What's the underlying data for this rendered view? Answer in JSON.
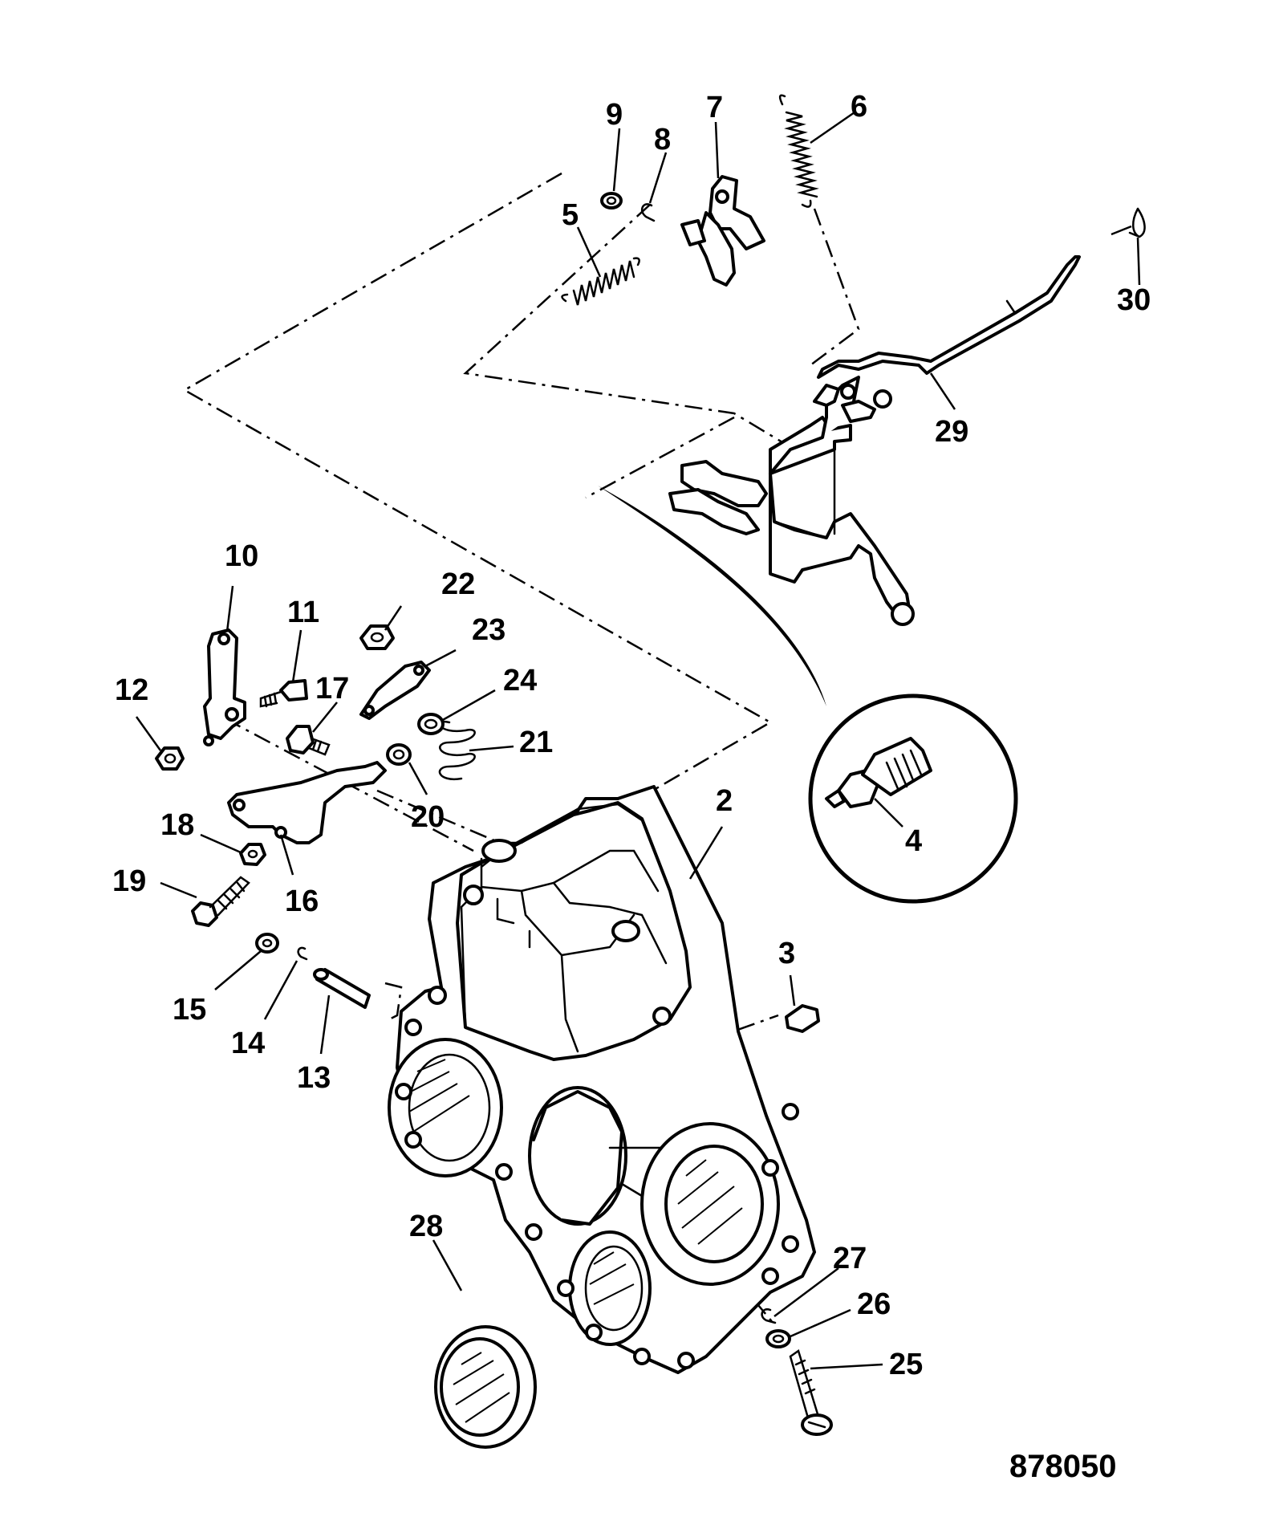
{
  "drawing_number": "878050",
  "callouts": {
    "c2": "2",
    "c3": "3",
    "c4": "4",
    "c5": "5",
    "c6": "6",
    "c7": "7",
    "c8": "8",
    "c9": "9",
    "c10": "10",
    "c11": "11",
    "c12": "12",
    "c13": "13",
    "c14": "14",
    "c15": "15",
    "c16": "16",
    "c17": "17",
    "c18": "18",
    "c19": "19",
    "c20": "20",
    "c21": "21",
    "c22": "22",
    "c23": "23",
    "c24": "24",
    "c25": "25",
    "c26": "26",
    "c27": "27",
    "c28": "28",
    "c29": "29",
    "c30": "30"
  }
}
